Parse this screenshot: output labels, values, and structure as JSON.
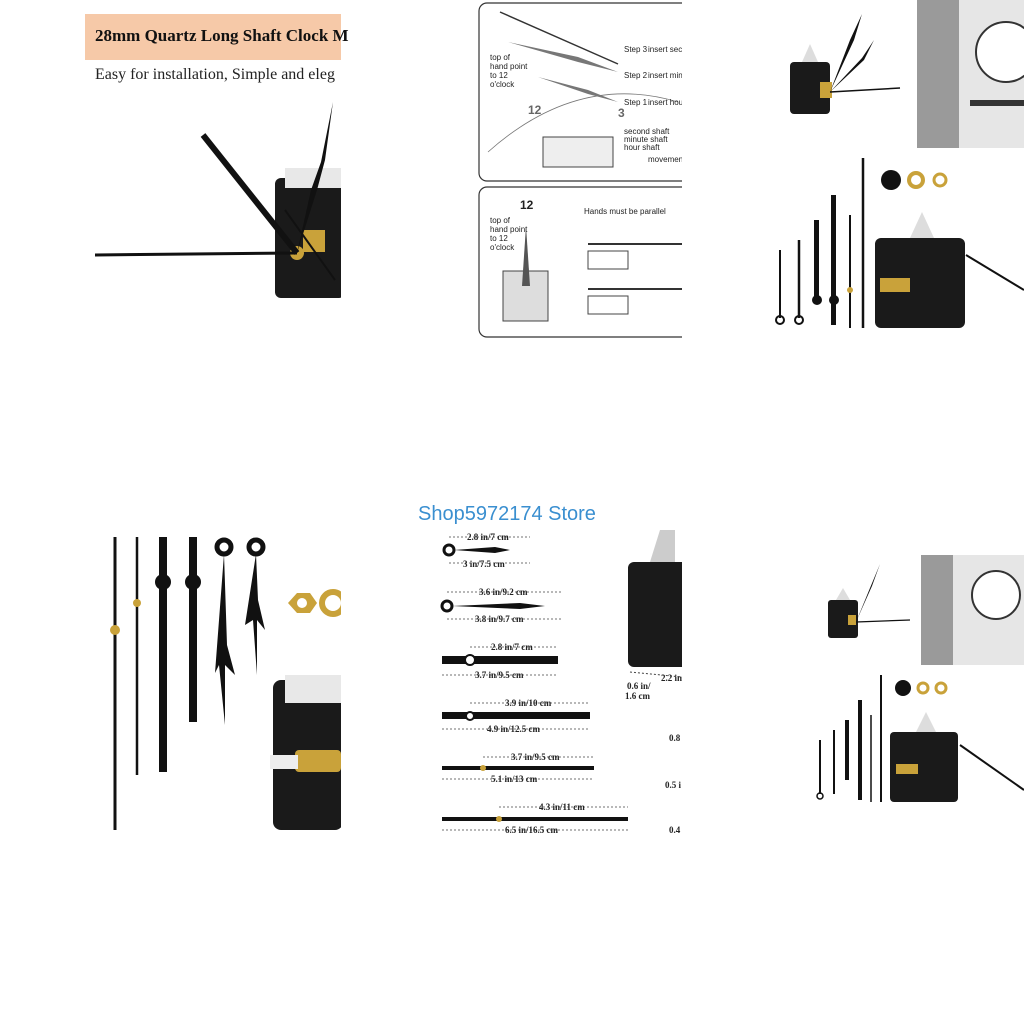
{
  "tile1": {
    "title": "28mm Quartz Long Shaft Clock M",
    "subtitle": "Easy for installation, Simple and eleg"
  },
  "tile2": {
    "labels": {
      "top_of_hand": "top of hand point to 12 o'clock",
      "step3": "Step 3",
      "step2": "Step 2",
      "step1": "Step 1",
      "insert_second": "insert seco",
      "insert_minute": "insert minu",
      "insert_hour": "insert hour",
      "second_shaft": "second shaft",
      "minute_shaft": "minute shaft",
      "hour_shaft": "hour shaft",
      "movement": "movement",
      "twelve": "12",
      "top_of_hand_2": "top of hand point to 12 o'clock",
      "hands_parallel": "Hands must be parallel"
    }
  },
  "store_name": "Shop5972174 Store",
  "tile5": {
    "dims": [
      {
        "inner": "2.8 in/7 cm",
        "outer": "3 in/7.5 cm"
      },
      {
        "inner": "3.6 in/9.2 cm",
        "outer": "3.8 in/9.7 cm"
      },
      {
        "inner": "2.8 in/7 cm",
        "outer": "3.7 in/9.5 cm"
      },
      {
        "inner": "3.9 in/10 cm",
        "outer": "4.9 in/12.5 cm"
      },
      {
        "inner": "3.7 in/9.5 cm",
        "outer": "5.1 in/13 cm"
      },
      {
        "inner": "4.3 in/11 cm",
        "outer": "6.5 in/16.5 cm"
      }
    ],
    "side_dims": {
      "a": "0.6 in/",
      "b": "1.6 cm",
      "c": "2.2 in",
      "d": "0.8",
      "e": "0.5 i",
      "f": "0.4"
    }
  },
  "colors": {
    "title_bg": "#f6c9a8",
    "store_text": "#3a8fd0",
    "brass": "#c9a23a"
  }
}
